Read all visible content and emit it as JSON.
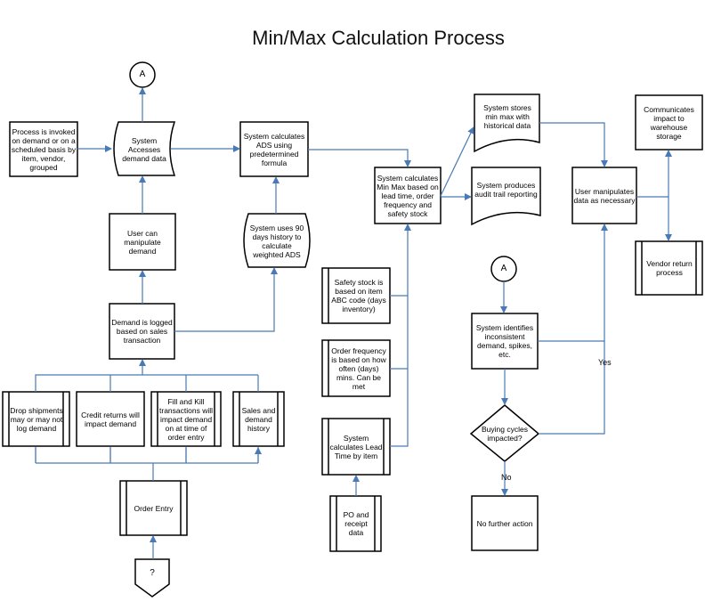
{
  "title": "Min/Max Calculation Process",
  "colors": {
    "line": "#4a7ab5",
    "stroke": "#000000"
  },
  "nodes": {
    "connector_a_top": "A",
    "connector_a_right": "A",
    "invoke": "Process is invoked on demand or on a scheduled basis by item, vendor, grouped",
    "accesses": "System Accesses demand data",
    "calc_ads": "System calculates ADS using predetermined formula",
    "calc_minmax": "System calculates Min Max based on lead time, order frequency and safety stock",
    "stores": "System stores min max with historical data",
    "audit": "System produces audit trail reporting",
    "user_manip_data": "User manipulates data as necessary",
    "communicates": "Communicates impact to warehouse storage",
    "vendor_return": "Vendor return process",
    "user_manip_demand": "User can manipulate demand",
    "uses_90": "System uses 90 days history to calculate weighted ADS",
    "demand_logged": "Demand is logged based on sales transaction",
    "drop_ship": "Drop shipments may or may not log demand",
    "credit_returns": "Credit returns will impact demand",
    "fill_kill": "Fill and Kill transactions will impact demand on at time of order entry",
    "sales_history": "Sales and demand history",
    "order_entry": "Order Entry",
    "unknown": "?",
    "safety_stock": "Safety stock is based on item ABC code (days inventory)",
    "order_freq": "Order frequency is based on how often (days) mins. Can be met",
    "lead_time": "System calculates Lead Time by item",
    "po_receipt": "PO and receipt data",
    "identifies": "System identifies inconsistent demand, spikes, etc.",
    "buying_cycles": "Buying cycles impacted?",
    "no_action": "No further action"
  },
  "edge_labels": {
    "yes": "Yes",
    "no": "No"
  }
}
